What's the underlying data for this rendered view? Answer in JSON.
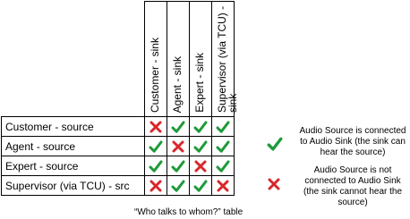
{
  "columns": [
    "Customer - sink",
    "Agent - sink",
    "Expert - sink",
    "Supervisor (via TCU) - sink"
  ],
  "rows": [
    {
      "label": "Customer - source",
      "cells": [
        "cross",
        "check",
        "check",
        "check"
      ]
    },
    {
      "label": "Agent - source",
      "cells": [
        "check",
        "cross",
        "check",
        "check"
      ]
    },
    {
      "label": "Expert - source",
      "cells": [
        "check",
        "check",
        "cross",
        "check"
      ]
    },
    {
      "label": "Supervisor (via TCU) - src",
      "cells": [
        "cross",
        "check",
        "check",
        "cross"
      ]
    }
  ],
  "caption": "“Who talks to whom?” table",
  "legend": {
    "connected": "Audio Source is connected to Audio Sink (the sink can hear the source)",
    "not_connected": "Audio Source is not connected to Audio Sink (the sink cannot hear the source)"
  },
  "colors": {
    "check": "#1e9a3a",
    "cross": "#d9262b"
  },
  "icons": {
    "check": "check-icon",
    "cross": "cross-icon"
  }
}
